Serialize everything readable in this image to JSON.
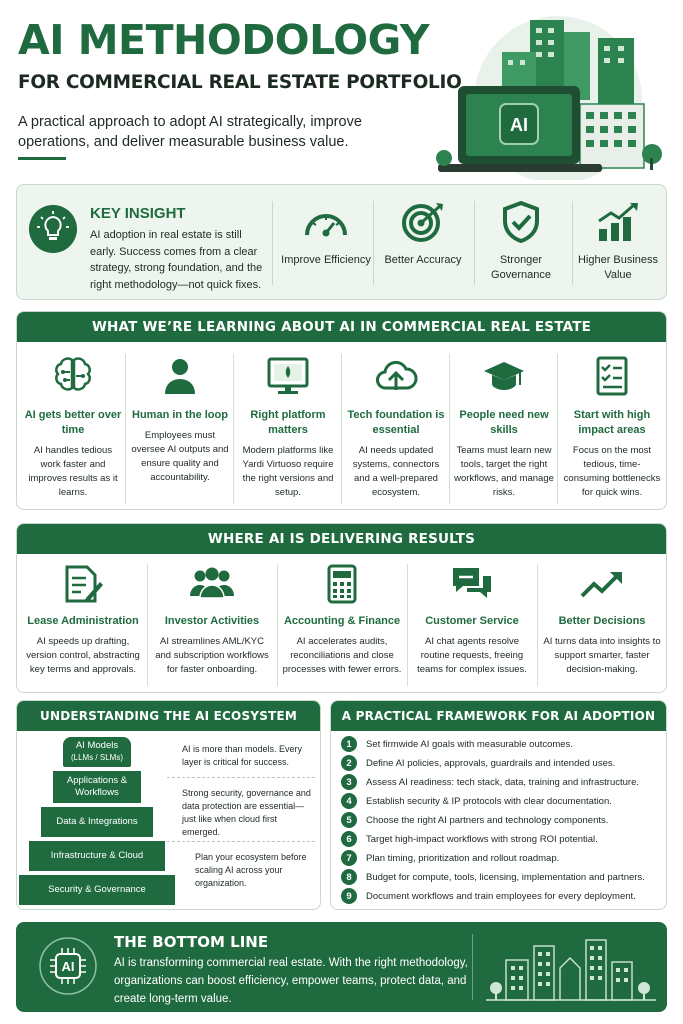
{
  "header": {
    "title": "AI METHODOLOGY",
    "subtitle": "FOR COMMERCIAL REAL ESTATE PORTFOLIO",
    "tagline": "A practical approach to adopt AI strategically, improve operations, and deliver measurable business value.",
    "hero_screen_label": "AI"
  },
  "insight": {
    "heading": "KEY INSIGHT",
    "text": "AI adoption in real estate is still early. Success comes from a clear strategy, strong foundation, and the right methodology—not quick fixes.",
    "benefits": [
      {
        "label": "Improve Efficiency",
        "icon": "speedometer-icon"
      },
      {
        "label": "Better Accuracy",
        "icon": "target-icon"
      },
      {
        "label": "Stronger Governance",
        "icon": "shield-check-icon"
      },
      {
        "label": "Higher Business Value",
        "icon": "growth-chart-icon"
      }
    ]
  },
  "learning": {
    "heading": "WHAT WE’RE LEARNING ABOUT AI IN COMMERCIAL REAL ESTATE",
    "items": [
      {
        "title": "AI gets better over time",
        "text": "AI handles tedious work faster and improves results as it learns.",
        "icon": "brain-icon"
      },
      {
        "title": "Human in the loop",
        "text": "Employees must oversee AI outputs and ensure quality and accountability.",
        "icon": "person-icon"
      },
      {
        "title": "Right platform matters",
        "text": "Modern platforms like Yardi Virtuoso require the right versions and setup.",
        "icon": "monitor-icon"
      },
      {
        "title": "Tech foundation is essential",
        "text": "AI needs updated systems, connectors and a well-prepared ecosystem.",
        "icon": "cloud-upload-icon"
      },
      {
        "title": "People need new skills",
        "text": "Teams must learn new tools, target the right workflows, and manage risks.",
        "icon": "graduation-cap-icon"
      },
      {
        "title": "Start with high impact areas",
        "text": "Focus on the most tedious, time-consuming bottlenecks for quick wins.",
        "icon": "checklist-icon"
      }
    ]
  },
  "results": {
    "heading": "WHERE AI IS DELIVERING RESULTS",
    "items": [
      {
        "title": "Lease Administration",
        "text": "AI speeds up drafting, version control, abstracting key terms and approvals.",
        "icon": "document-pen-icon"
      },
      {
        "title": "Investor Activities",
        "text": "AI streamlines AML/KYC and subscription workflows for faster onboarding.",
        "icon": "people-group-icon"
      },
      {
        "title": "Accounting & Finance",
        "text": "AI accelerates audits, reconciliations and close processes with fewer errors.",
        "icon": "calculator-icon"
      },
      {
        "title": "Customer Service",
        "text": "AI chat agents resolve routine requests, freeing teams for complex issues.",
        "icon": "chat-bubbles-icon"
      },
      {
        "title": "Better Decisions",
        "text": "AI turns data into insights to support smarter, faster decision-making.",
        "icon": "trend-up-icon"
      }
    ]
  },
  "ecosystem": {
    "heading": "UNDERSTANDING THE AI ECOSYSTEM",
    "tiers": [
      {
        "label": "AI Models",
        "sub": "(LLMs / SLMs)"
      },
      {
        "label": "Applications & Workflows",
        "sub": ""
      },
      {
        "label": "Data & Integrations",
        "sub": ""
      },
      {
        "label": "Infrastructure & Cloud",
        "sub": ""
      },
      {
        "label": "Security & Governance",
        "sub": ""
      }
    ],
    "notes": [
      "AI is more than models. Every layer is critical for success.",
      "Strong security, governance and data protection are essential—just like when cloud first emerged.",
      "Plan your ecosystem before scaling AI across your organization."
    ]
  },
  "framework": {
    "heading": "A PRACTICAL FRAMEWORK FOR AI ADOPTION",
    "steps": [
      {
        "num": "1",
        "text": "Set firmwide AI goals with measurable outcomes."
      },
      {
        "num": "2",
        "text": "Define AI policies, approvals, guardrails and intended uses."
      },
      {
        "num": "3",
        "text": "Assess AI readiness: tech stack, data, training and infrastructure."
      },
      {
        "num": "4",
        "text": "Establish security & IP protocols with clear documentation."
      },
      {
        "num": "5",
        "text": "Choose the right AI partners and technology components."
      },
      {
        "num": "6",
        "text": "Target high-impact workflows with strong ROI potential."
      },
      {
        "num": "7",
        "text": "Plan timing, prioritization and rollout roadmap."
      },
      {
        "num": "8",
        "text": "Budget for compute, tools, licensing, implementation and partners."
      },
      {
        "num": "9",
        "text": "Document workflows and train employees for every deployment."
      }
    ]
  },
  "bottom_line": {
    "heading": "THE BOTTOM LINE",
    "text": "AI is transforming commercial real estate. With the right methodology, organizations can boost efficiency, empower teams, protect data, and create long-term value.",
    "icon_label": "AI"
  },
  "colors": {
    "primary": "#1f6b3f",
    "panel_bg": "#eef5ef",
    "border": "#c9d8cc"
  }
}
